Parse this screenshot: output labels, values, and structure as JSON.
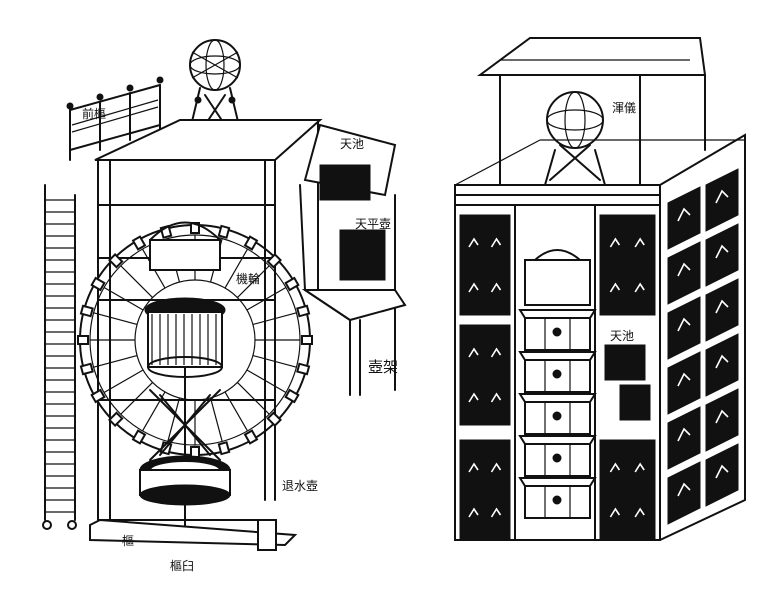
{
  "labels": {
    "left_top_rail": "前樞",
    "left_tianchi": "天池",
    "left_shouwahu": "天平壺",
    "left_shuqiang": "機輪",
    "left_hujia": "壺架",
    "left_tuishui": "退水壺",
    "left_base_a": "樞",
    "left_base_b": "樞臼",
    "right_huntian": "渾儀",
    "right_tianchi": "天池"
  },
  "colors": {
    "ink": "#111111",
    "paper": "#ffffff"
  }
}
